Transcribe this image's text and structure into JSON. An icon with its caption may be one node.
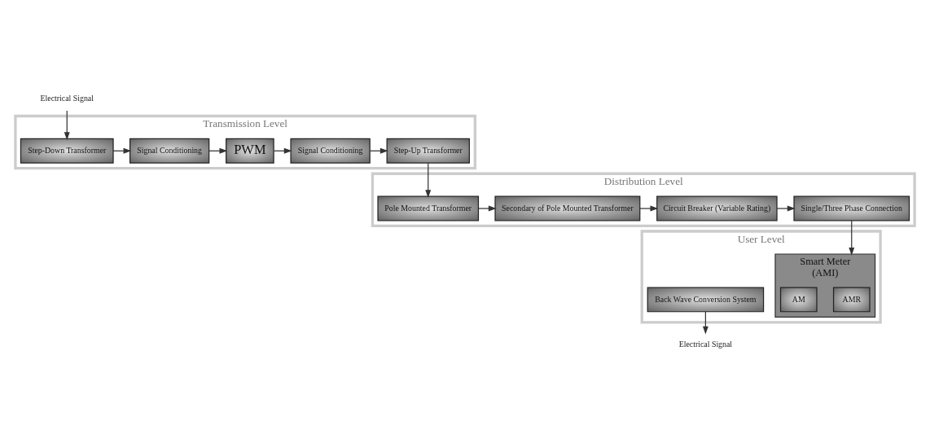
{
  "diagram": {
    "nodes": [
      {
        "text": [
          "Transmission Level"
        ]
      },
      {
        "text": [
          "Electrical Signal"
        ]
      },
      {
        "text": [
          "Step-Down Transformer"
        ],
        "in": 0
      },
      {
        "text": [
          "Signal Conditioning"
        ],
        "in": 0
      },
      {
        "text": [
          "PWM"
        ],
        "in": 0
      },
      {
        "text": [
          "Signal Conditioning"
        ],
        "in": 0
      },
      {
        "text": [
          "Step-Up Transformer"
        ],
        "in": 0
      },
      {
        "text": [
          "Distribution Level"
        ]
      },
      {
        "text": [
          "Pole Mounted Transformer"
        ],
        "in": 7
      },
      {
        "text": [
          "Secondary of Pole Mounted Transformer"
        ],
        "in": 7
      },
      {
        "text": [
          "Circuit Breaker (Variable Rating)"
        ],
        "in": 7
      },
      {
        "text": [
          "Single/Three Phase Connection"
        ],
        "in": 7
      },
      {
        "text": [
          "User Level"
        ]
      },
      {
        "text": [
          "Smart Meter",
          "(AMI)"
        ],
        "in": 12
      },
      {
        "text": [
          "AMR"
        ],
        "in": 13
      },
      {
        "text": [
          "AM"
        ],
        "in": 13
      },
      {
        "text": [
          "Back Wave Conversion System"
        ],
        "in": 12
      },
      {
        "text": [
          "Electrical Signal"
        ]
      }
    ],
    "edges": [
      {
        "from": 1,
        "to": 2,
        "arrow": "to"
      },
      {
        "from": 2,
        "to": 3,
        "arrow": "to"
      },
      {
        "from": 3,
        "to": 4,
        "arrow": "to"
      },
      {
        "from": 4,
        "to": 5,
        "arrow": "to"
      },
      {
        "from": 5,
        "to": 6,
        "arrow": "to"
      },
      {
        "from": 6,
        "to": 8,
        "arrow": "to"
      },
      {
        "from": 8,
        "to": 9,
        "arrow": "to"
      },
      {
        "from": 9,
        "to": 10,
        "arrow": "to"
      },
      {
        "from": 10,
        "to": 11,
        "arrow": "to"
      },
      {
        "from": 11,
        "to": 13,
        "arrow": "to"
      },
      {
        "from": 16,
        "to": 17,
        "arrow": "to"
      }
    ]
  }
}
